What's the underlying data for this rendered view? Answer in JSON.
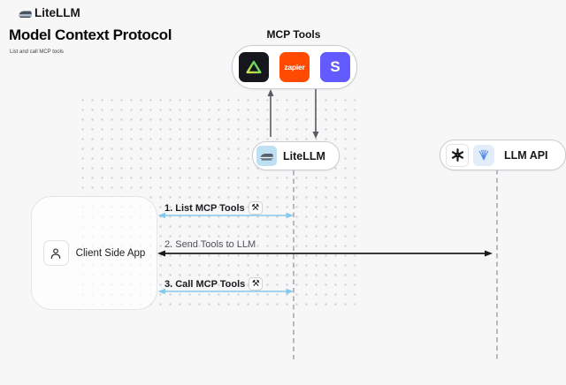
{
  "header": {
    "brand": "LiteLLM",
    "title": "Model Context Protocol",
    "subtitle": "List and call MCP tools"
  },
  "mcp": {
    "label": "MCP Tools",
    "tools": [
      {
        "name": "triangle-tool-icon"
      },
      {
        "name": "zapier-icon",
        "text": "zapier"
      },
      {
        "name": "stripe-icon",
        "text": "S"
      }
    ]
  },
  "nodes": {
    "litellm": "LiteLLM",
    "llm_api": "LLM API",
    "client": "Client Side App"
  },
  "messages": [
    {
      "label": "1. List MCP Tools",
      "tool_badge": true
    },
    {
      "label": "2. Send Tools to LLM",
      "tool_badge": false
    },
    {
      "label": "3. Call MCP Tools",
      "tool_badge": true
    }
  ],
  "glyphs": {
    "tool_badge": "⚒"
  },
  "colors": {
    "accent_blue": "#85c9ec",
    "arrow_dark": "#1c1c20",
    "vertical_arrow_gray": "#5b5b63",
    "lifeline_gray": "#a3a3ab",
    "zapier_orange": "#ff4a00",
    "stripe_purple": "#635bff",
    "litellm_icon_blue": "#bfe0f3"
  }
}
